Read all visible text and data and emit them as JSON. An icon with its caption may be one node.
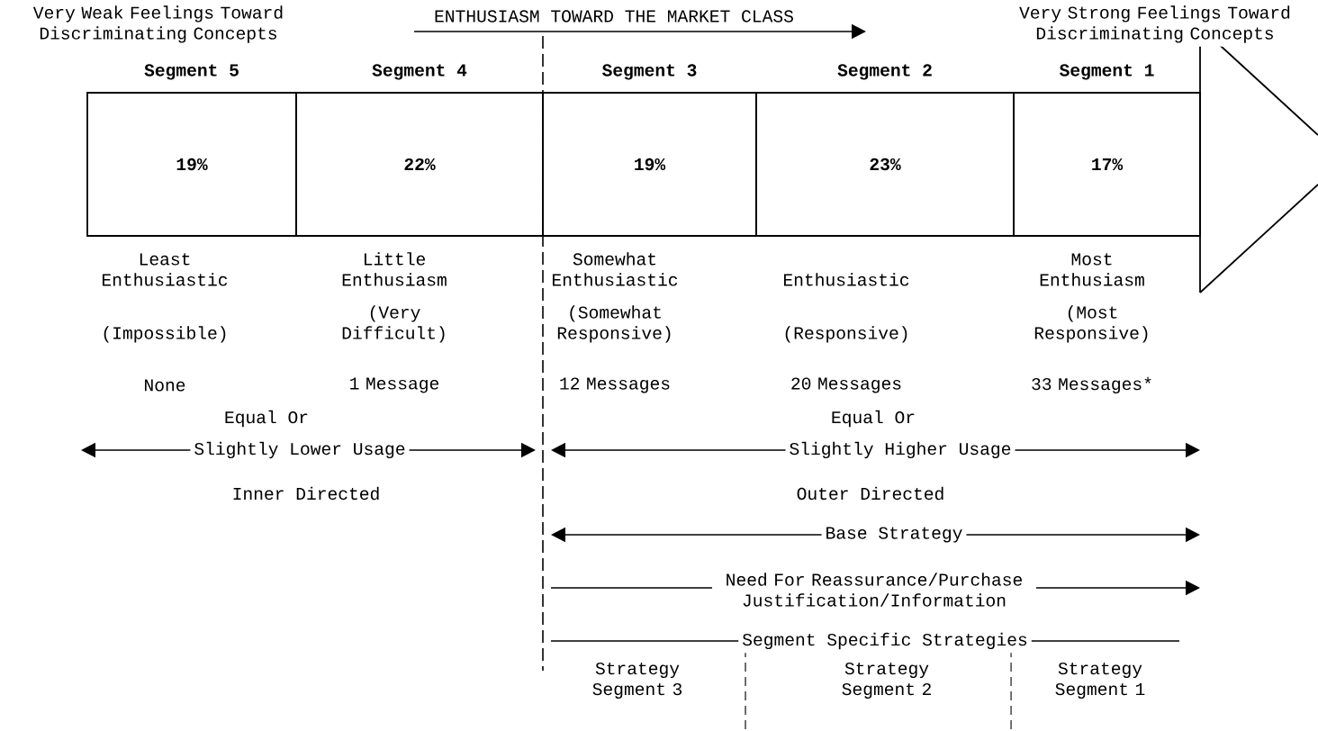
{
  "diagram": {
    "nodes": [
      {
        "text": [
          "Segment 5",
          "19%"
        ],
        "beside": [
          "Least Enthusiastic",
          "(Impossible)",
          "None"
        ]
      },
      {
        "text": [
          "Segment 4",
          "22%"
        ],
        "beside": [
          "Little Enthusiasm",
          "(Very Difficult)",
          "1 Message"
        ]
      },
      {
        "text": [
          "Segment 3",
          "19%"
        ],
        "beside": [
          "Somewhat Enthusiastic",
          "(Somewhat Responsive)",
          "12 Messages"
        ]
      },
      {
        "text": [
          "Segment 2",
          "23%"
        ],
        "beside": [
          "Enthusiastic",
          "(Responsive)",
          "20 Messages"
        ]
      },
      {
        "text": [
          "Segment 1",
          "17%"
        ],
        "beside": [
          "Most Enthusiasm",
          "(Most Responsive)",
          "33 Messages*"
        ]
      }
    ],
    "labels": [
      "Very Weak Feelings Toward Discriminating Concepts",
      "ENTHUSIASM TOWARD THE MARKET CLASS",
      "Very Strong Feelings Toward Discriminating Concepts",
      "Equal Or",
      "Equal Or",
      "Slightly Lower Usage",
      "Slightly Higher Usage",
      "Inner Directed",
      "Outer Directed",
      "Base Strategy",
      "Need For Reassurance/Purchase Justification/Information",
      "Segment Specific Strategies",
      "Strategy Segment 3",
      "Strategy Segment 2",
      "Strategy Segment 1"
    ]
  }
}
